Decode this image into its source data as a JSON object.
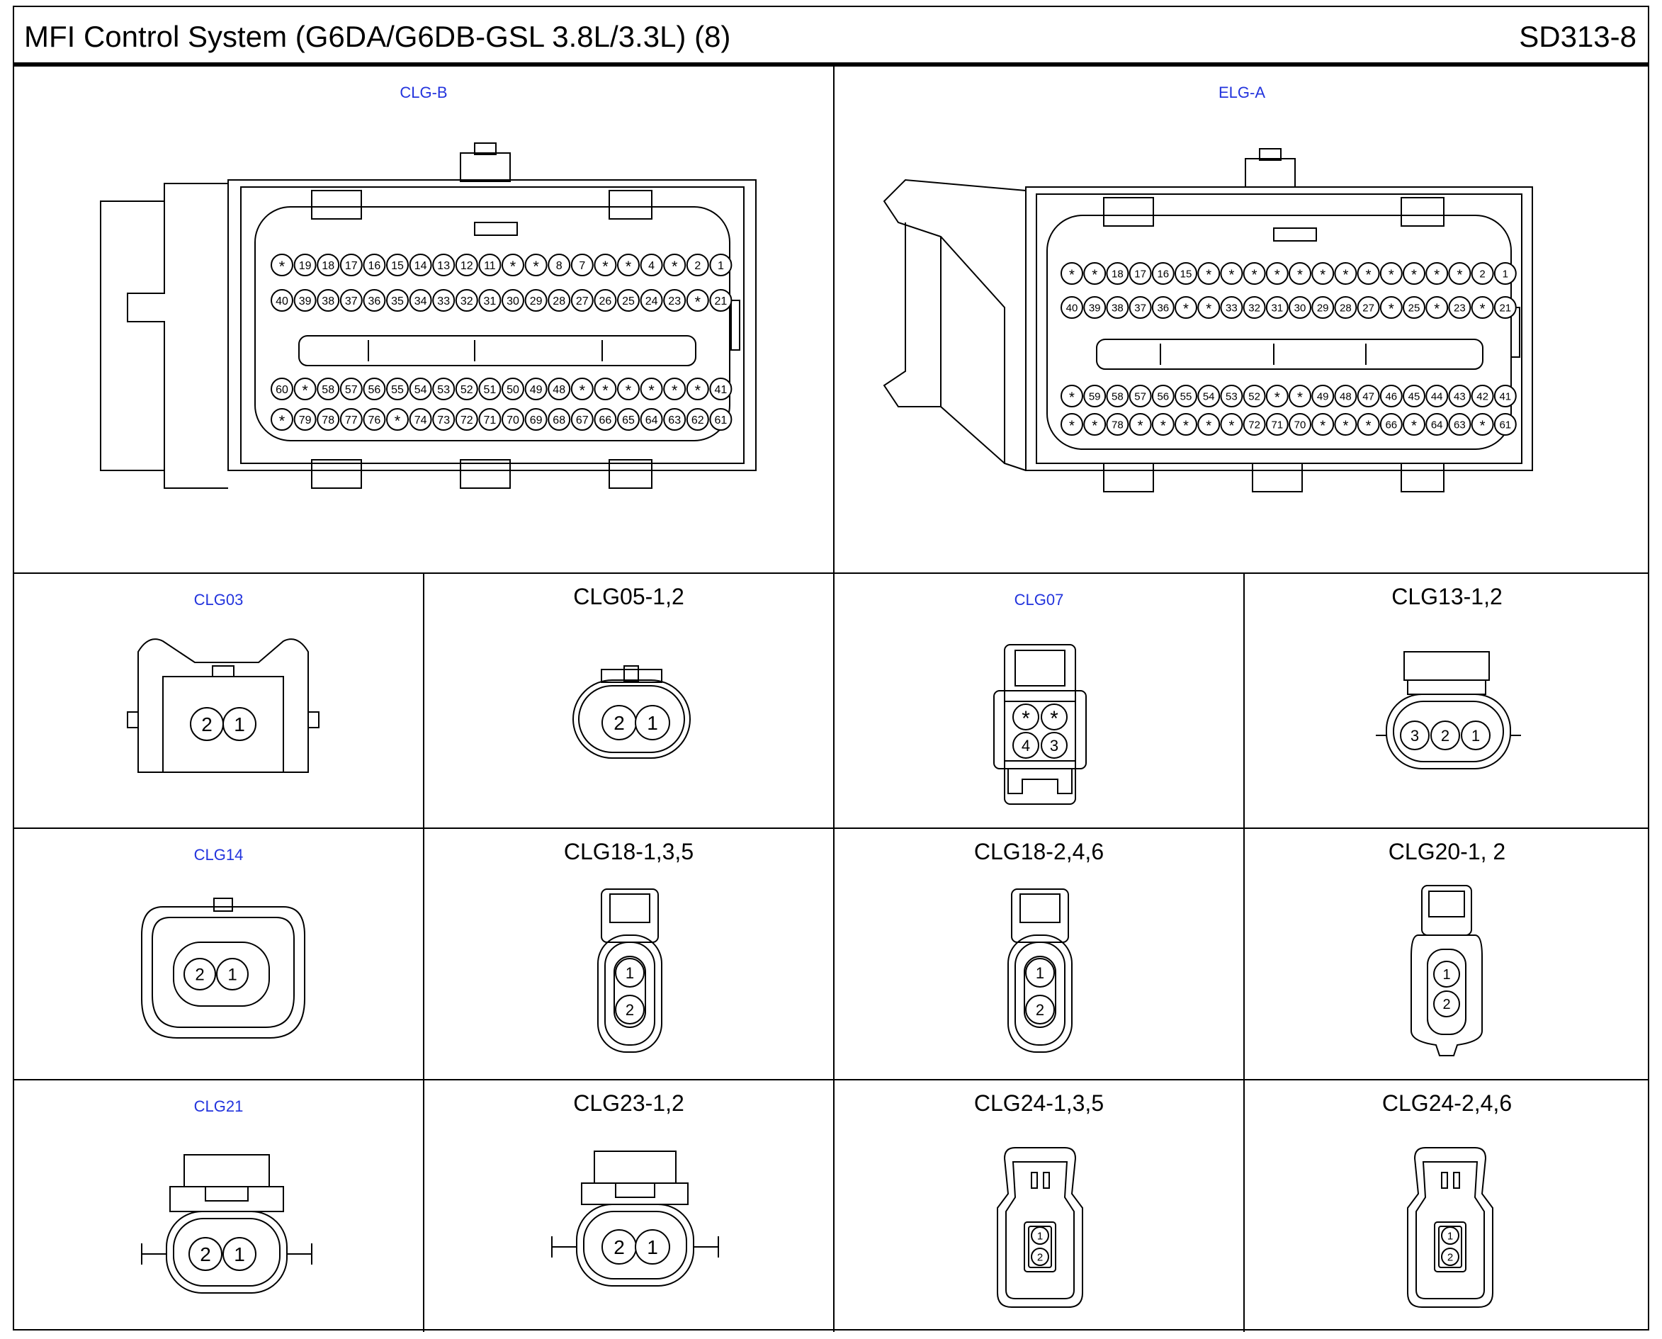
{
  "header": {
    "title": "MFI Control System (G6DA/G6DB-GSL 3.8L/3.3L) (8)",
    "code": "SD313-8"
  },
  "big_connectors": [
    {
      "name": "CLG-B",
      "rows": [
        [
          "*",
          "19",
          "18",
          "17",
          "16",
          "15",
          "14",
          "13",
          "12",
          "11",
          "*",
          "*",
          "8",
          "7",
          "*",
          "*",
          "4",
          "*",
          "2",
          "1"
        ],
        [
          "40",
          "39",
          "38",
          "37",
          "36",
          "35",
          "34",
          "33",
          "32",
          "31",
          "30",
          "29",
          "28",
          "27",
          "26",
          "25",
          "24",
          "23",
          "*",
          "21"
        ],
        [
          "60",
          "*",
          "58",
          "57",
          "56",
          "55",
          "54",
          "53",
          "52",
          "51",
          "50",
          "49",
          "48",
          "*",
          "*",
          "*",
          "*",
          "*",
          "*",
          "41"
        ],
        [
          "*",
          "79",
          "78",
          "77",
          "76",
          "*",
          "74",
          "73",
          "72",
          "71",
          "70",
          "69",
          "68",
          "67",
          "66",
          "65",
          "64",
          "63",
          "62",
          "61"
        ]
      ]
    },
    {
      "name": "ELG-A",
      "rows": [
        [
          "*",
          "*",
          "18",
          "17",
          "16",
          "15",
          "*",
          "*",
          "*",
          "*",
          "*",
          "*",
          "*",
          "*",
          "*",
          "*",
          "*",
          "*",
          "2",
          "1"
        ],
        [
          "40",
          "39",
          "38",
          "37",
          "36",
          "*",
          "*",
          "33",
          "32",
          "31",
          "30",
          "29",
          "28",
          "27",
          "*",
          "25",
          "*",
          "23",
          "*",
          "21"
        ],
        [
          "*",
          "59",
          "58",
          "57",
          "56",
          "55",
          "54",
          "53",
          "52",
          "*",
          "*",
          "49",
          "48",
          "47",
          "46",
          "45",
          "44",
          "43",
          "42",
          "41"
        ],
        [
          "*",
          "*",
          "78",
          "*",
          "*",
          "*",
          "*",
          "*",
          "72",
          "71",
          "70",
          "*",
          "*",
          "*",
          "66",
          "*",
          "64",
          "63",
          "*",
          "61"
        ]
      ]
    }
  ],
  "small_connectors": [
    {
      "name": "CLG03",
      "pins": [
        "2",
        "1"
      ]
    },
    {
      "name": "CLG05-1,2",
      "pins": [
        "2",
        "1"
      ]
    },
    {
      "name": "CLG07",
      "pins": [
        "*",
        "*",
        "4",
        "3"
      ]
    },
    {
      "name": "CLG13-1,2",
      "pins": [
        "3",
        "2",
        "1"
      ]
    },
    {
      "name": "CLG14",
      "pins": [
        "2",
        "1"
      ]
    },
    {
      "name": "CLG18-1,3,5",
      "pins": [
        "1",
        "2"
      ]
    },
    {
      "name": "CLG18-2,4,6",
      "pins": [
        "1",
        "2"
      ]
    },
    {
      "name": "CLG20-1, 2",
      "pins": [
        "1",
        "2"
      ]
    },
    {
      "name": "CLG21",
      "pins": [
        "2",
        "1"
      ]
    },
    {
      "name": "CLG23-1,2",
      "pins": [
        "2",
        "1"
      ]
    },
    {
      "name": "CLG24-1,3,5",
      "pins": [
        "1",
        "2"
      ]
    },
    {
      "name": "CLG24-2,4,6",
      "pins": [
        "1",
        "2"
      ]
    }
  ],
  "colors": {
    "connector_label": "#2233dd",
    "line": "#000000"
  }
}
